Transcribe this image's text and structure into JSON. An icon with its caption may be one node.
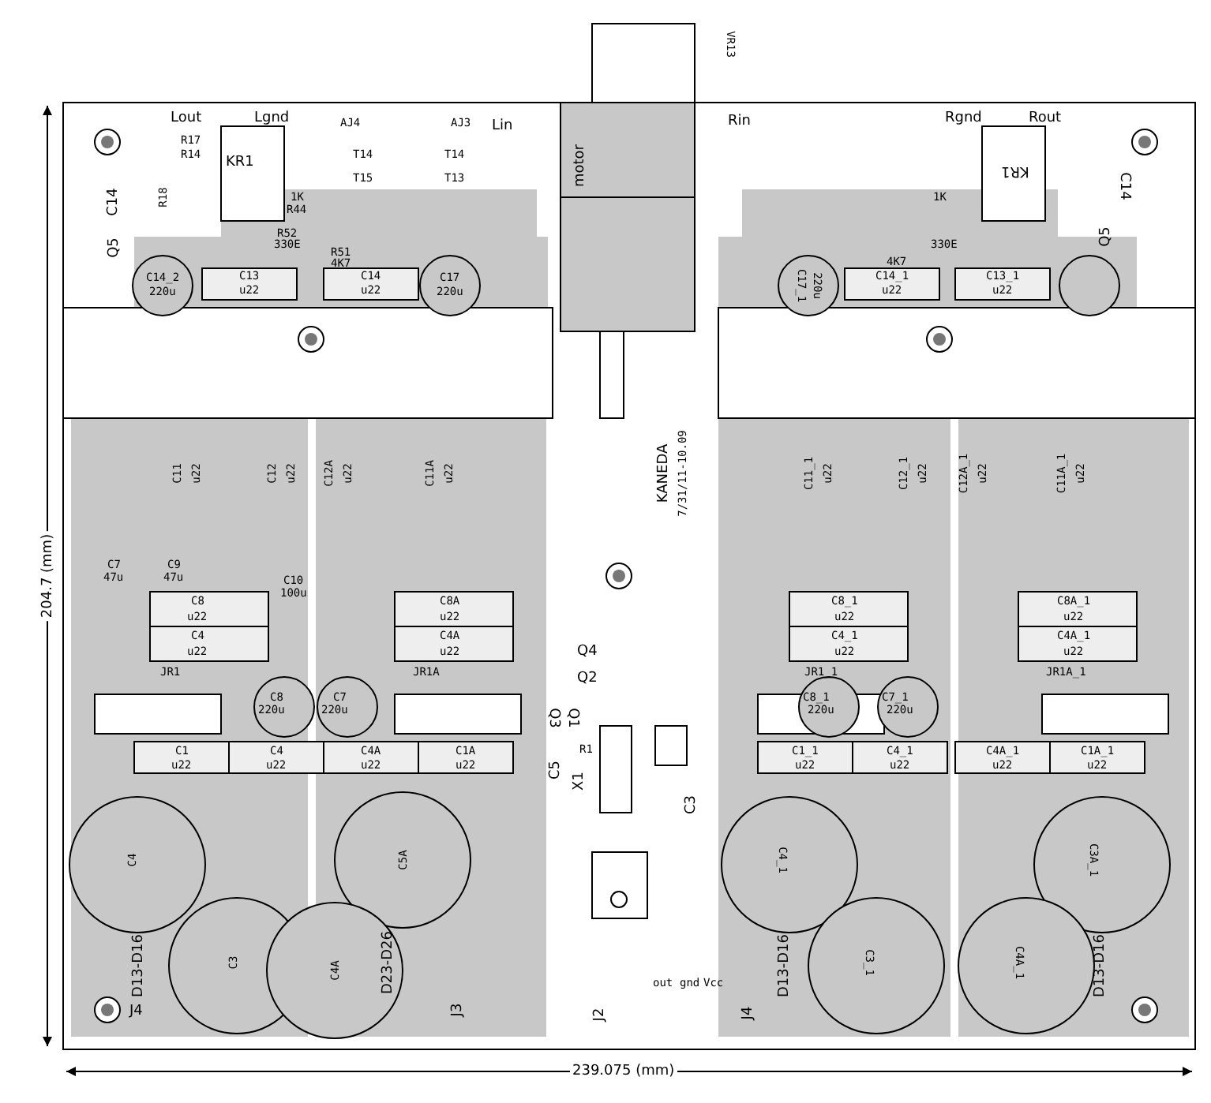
{
  "diagram": {
    "labels": [
      "VR13",
      "Lout",
      "Lgnd",
      "Lin",
      "Rin",
      "Rgnd",
      "Rout",
      "motor",
      "R17",
      "R14",
      "R18",
      "KR1",
      "C14",
      "Q5",
      "C14_2",
      "220u",
      "C13",
      "u22",
      "C14",
      "u22",
      "C17",
      "220u",
      "1K",
      "R44",
      "330E",
      "R52",
      "4K7",
      "R51",
      "AJ4",
      "AJ3",
      "T14",
      "T15",
      "T14",
      "T13",
      "KR1",
      "C14",
      "Q5",
      "C14_1",
      "u22",
      "C13_1",
      "u22",
      "C17_1",
      "220u",
      "1K",
      "330E",
      "4K7",
      "KANEDA",
      "7/31/11-10.09",
      "C11",
      "u22",
      "C12",
      "u22",
      "C12A",
      "u22",
      "C11A",
      "u22",
      "C7",
      "47u",
      "C9",
      "47u",
      "C10",
      "100u",
      "C8",
      "u22",
      "C4",
      "u22",
      "JR1",
      "C8A",
      "u22",
      "C4A",
      "u22",
      "JR1A",
      "C8",
      "220u",
      "C7",
      "220u",
      "C11_1",
      "u22",
      "C12_1",
      "u22",
      "C12A_1",
      "u22",
      "C11A_1",
      "u22",
      "C8_1",
      "u22",
      "C4_1",
      "u22",
      "JR1_1",
      "C8A_1",
      "u22",
      "C4A_1",
      "u22",
      "JR1A_1",
      "C8_1",
      "220u",
      "C7_1",
      "220u",
      "Q4",
      "Q2",
      "Q3",
      "Q1",
      "R1",
      "X1",
      "C5",
      "C3",
      "C1",
      "u22",
      "C4",
      "u22",
      "C4A",
      "u22",
      "C1A",
      "u22",
      "C1_1",
      "u22",
      "C4_1",
      "u22",
      "C4A_1",
      "u22",
      "C1A_1",
      "u22",
      "C4",
      "C3",
      "C5A",
      "C4A",
      "C4_1",
      "C3_1",
      "C3A_1",
      "C4A_1",
      "D13-D16",
      "J4",
      "D23-D26",
      "J3",
      "J2",
      "out",
      "gnd",
      "Vcc",
      "J4",
      "D13-D16",
      "D13-D16",
      "239.075 (mm)",
      "204.7 (mm)"
    ]
  }
}
